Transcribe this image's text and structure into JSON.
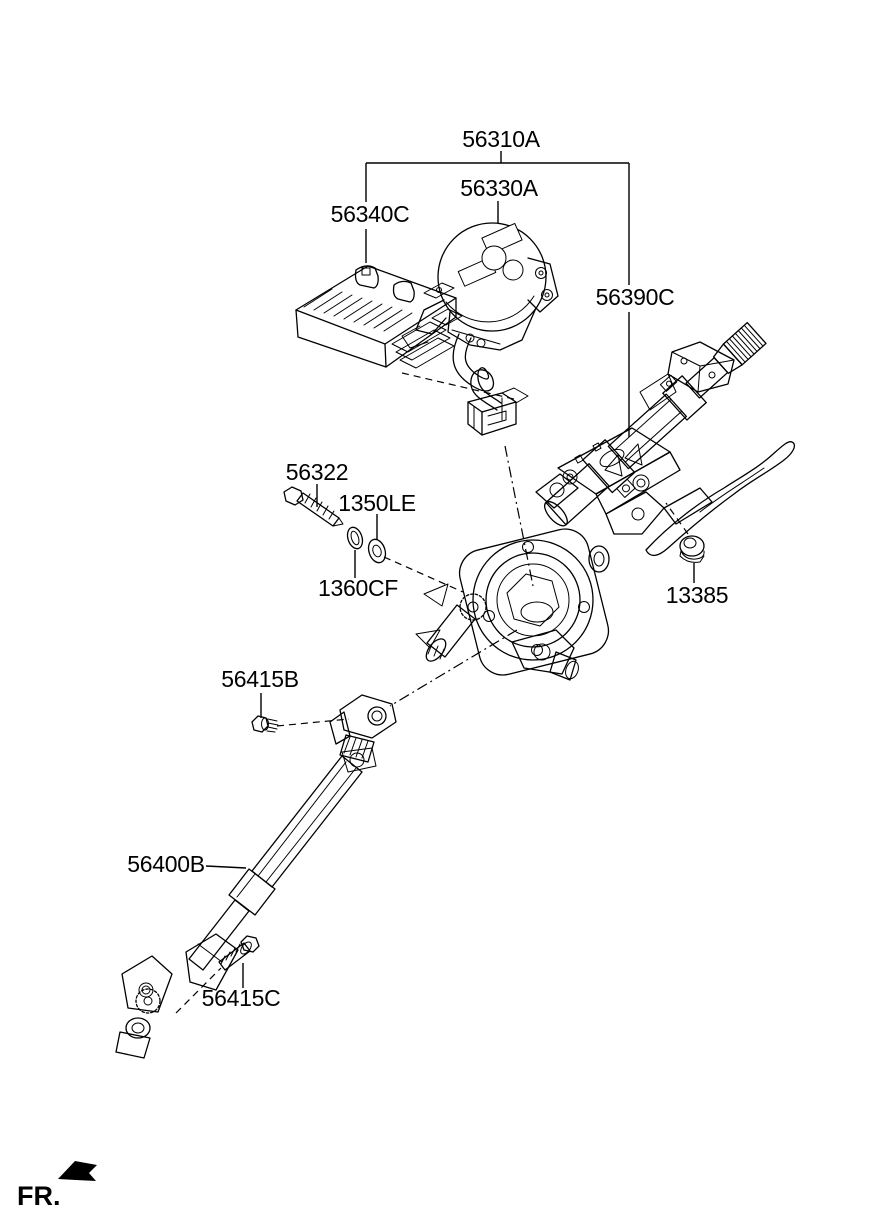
{
  "diagram": {
    "background": "#ffffff",
    "line_color": "#000000",
    "labels": {
      "assembly": "56310A",
      "motor_assembly": "56330A",
      "ecu": "56340C",
      "column_assembly": "56390C",
      "bolt": "56322",
      "washer": "1350LE",
      "clip": "1360CF",
      "nut": "13385",
      "bolt_upper_joint": "56415B",
      "intermediate_shaft": "56400B",
      "bolt_lower_joint": "56415C"
    },
    "front_marker": "FR."
  }
}
